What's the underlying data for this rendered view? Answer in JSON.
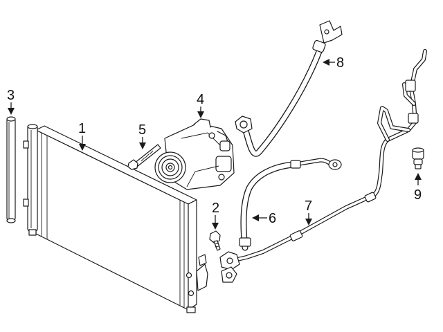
{
  "diagram": {
    "colors": {
      "line": "#1a1a1a",
      "background": "#ffffff"
    },
    "callouts": {
      "c1": "1",
      "c2": "2",
      "c3": "3",
      "c4": "4",
      "c5": "5",
      "c6": "6",
      "c7": "7",
      "c8": "8",
      "c9": "9"
    }
  }
}
